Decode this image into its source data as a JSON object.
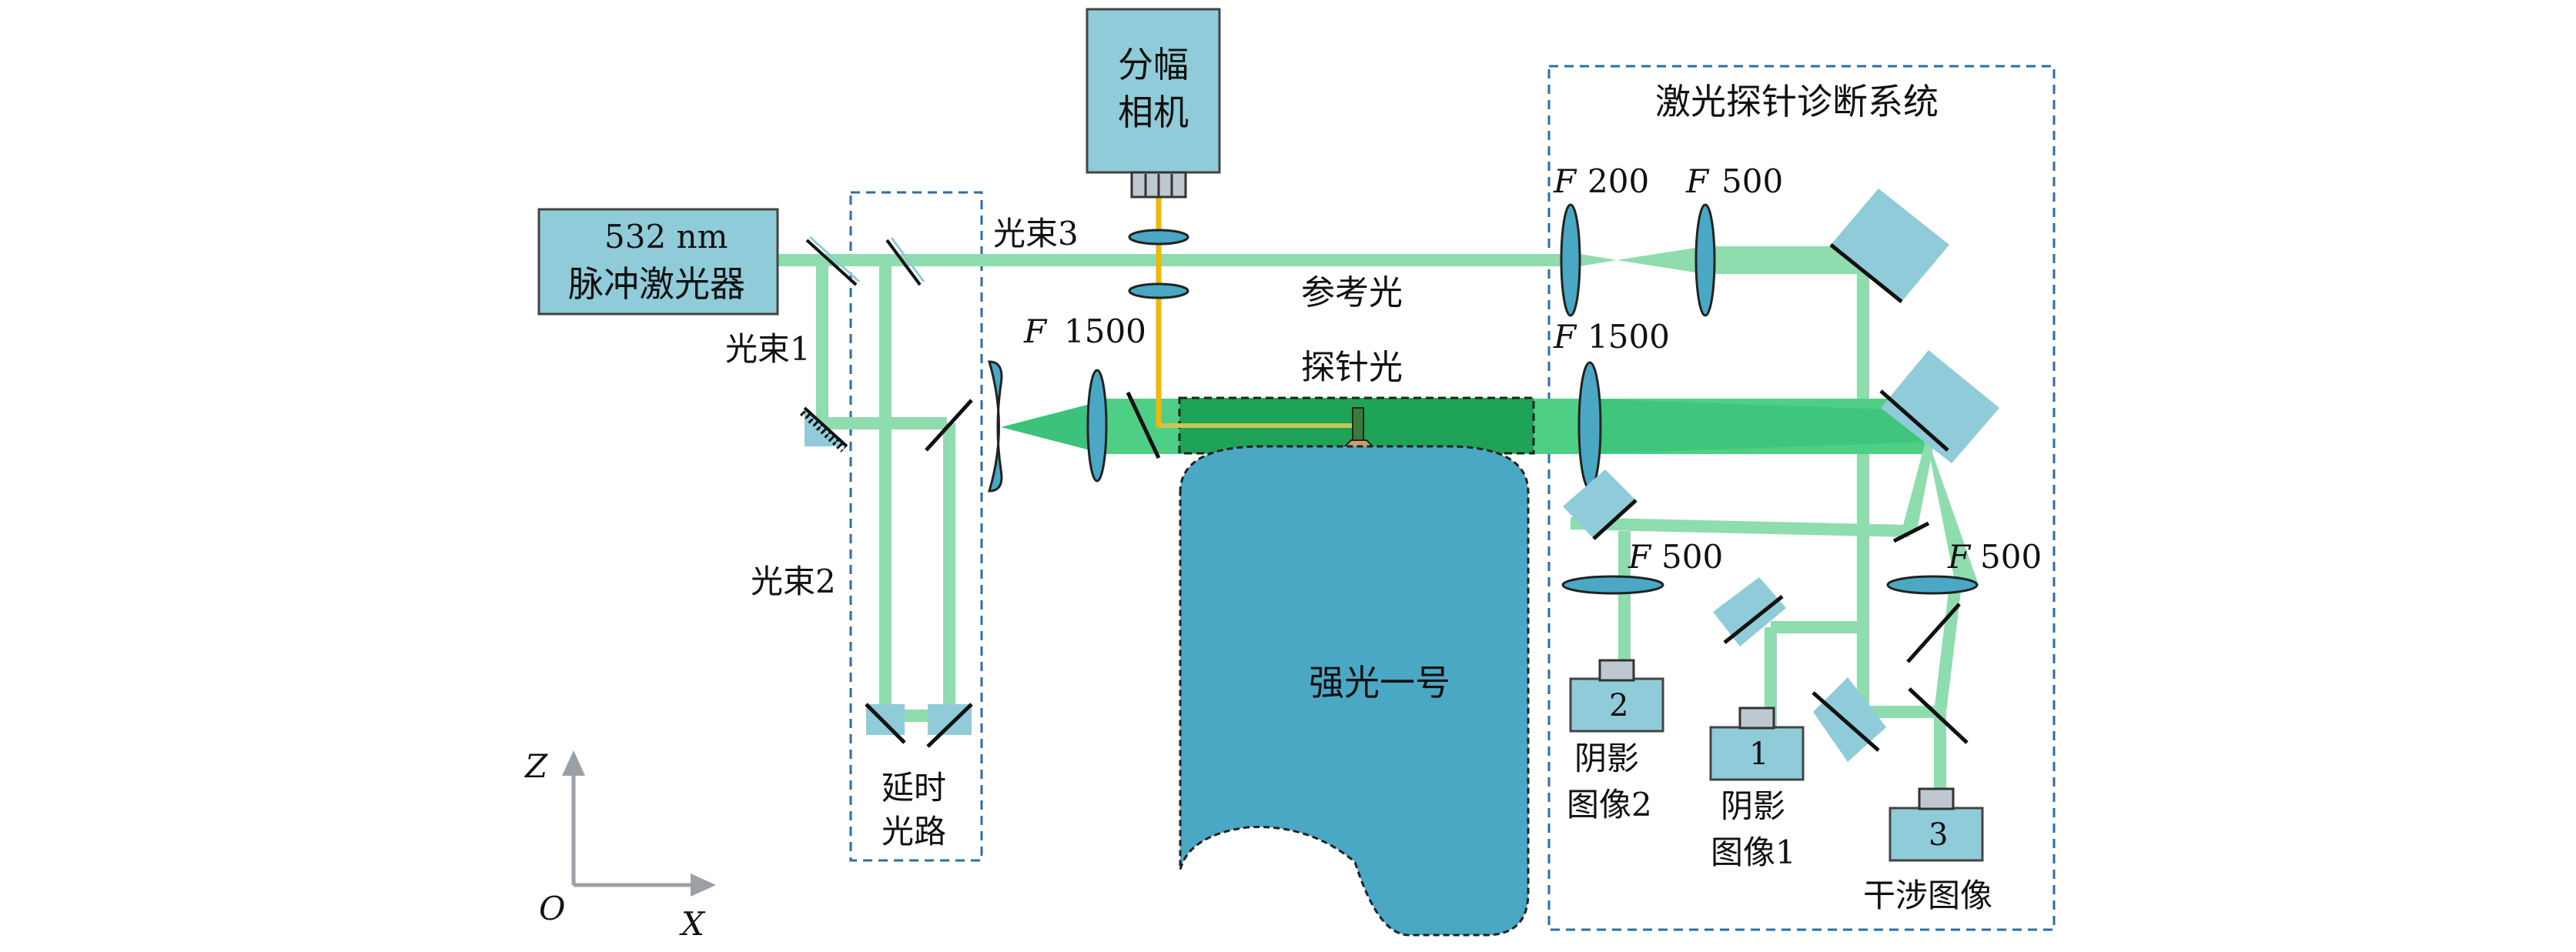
{
  "laser": {
    "line1": "532 nm",
    "line2": "脉冲激光器"
  },
  "camera": {
    "line1": "分幅",
    "line2": "相机"
  },
  "target": {
    "label": "强光一号"
  },
  "probe_system": {
    "title": "激光探针诊断系统"
  },
  "beams": {
    "beam1": "光束1",
    "beam2": "光束2",
    "beam3": "光束3",
    "reference": "参考光",
    "probe": "探针光"
  },
  "delay": {
    "line1": "延时",
    "line2": "光路"
  },
  "lenses": {
    "f_main": {
      "letter": "F",
      "value": "1500"
    },
    "f_200": {
      "letter": "F",
      "value": "200"
    },
    "f_500_top": {
      "letter": "F",
      "value": "500"
    },
    "f_1500_right": {
      "letter": "F",
      "value": "1500"
    },
    "f_500_shadow2": {
      "letter": "F",
      "value": "500"
    },
    "f_500_interf": {
      "letter": "F",
      "value": "500"
    }
  },
  "detectors": {
    "d1": {
      "number": "1",
      "line1": "阴影",
      "line2": "图像1"
    },
    "d2": {
      "number": "2",
      "line1": "阴影",
      "line2": "图像2"
    },
    "d3": {
      "number": "3",
      "line1": "干涉图像"
    }
  },
  "axes": {
    "origin": "O",
    "x": "X",
    "z": "Z"
  },
  "colors": {
    "beam_green": "#8fdcaf",
    "beam_dark_green": "#1fa356",
    "camera_yellow": "#f2b705",
    "component_blue": "#8fcbd8",
    "target_blue": "#4aa8c4",
    "dashed_box": "#2b6ea8"
  }
}
